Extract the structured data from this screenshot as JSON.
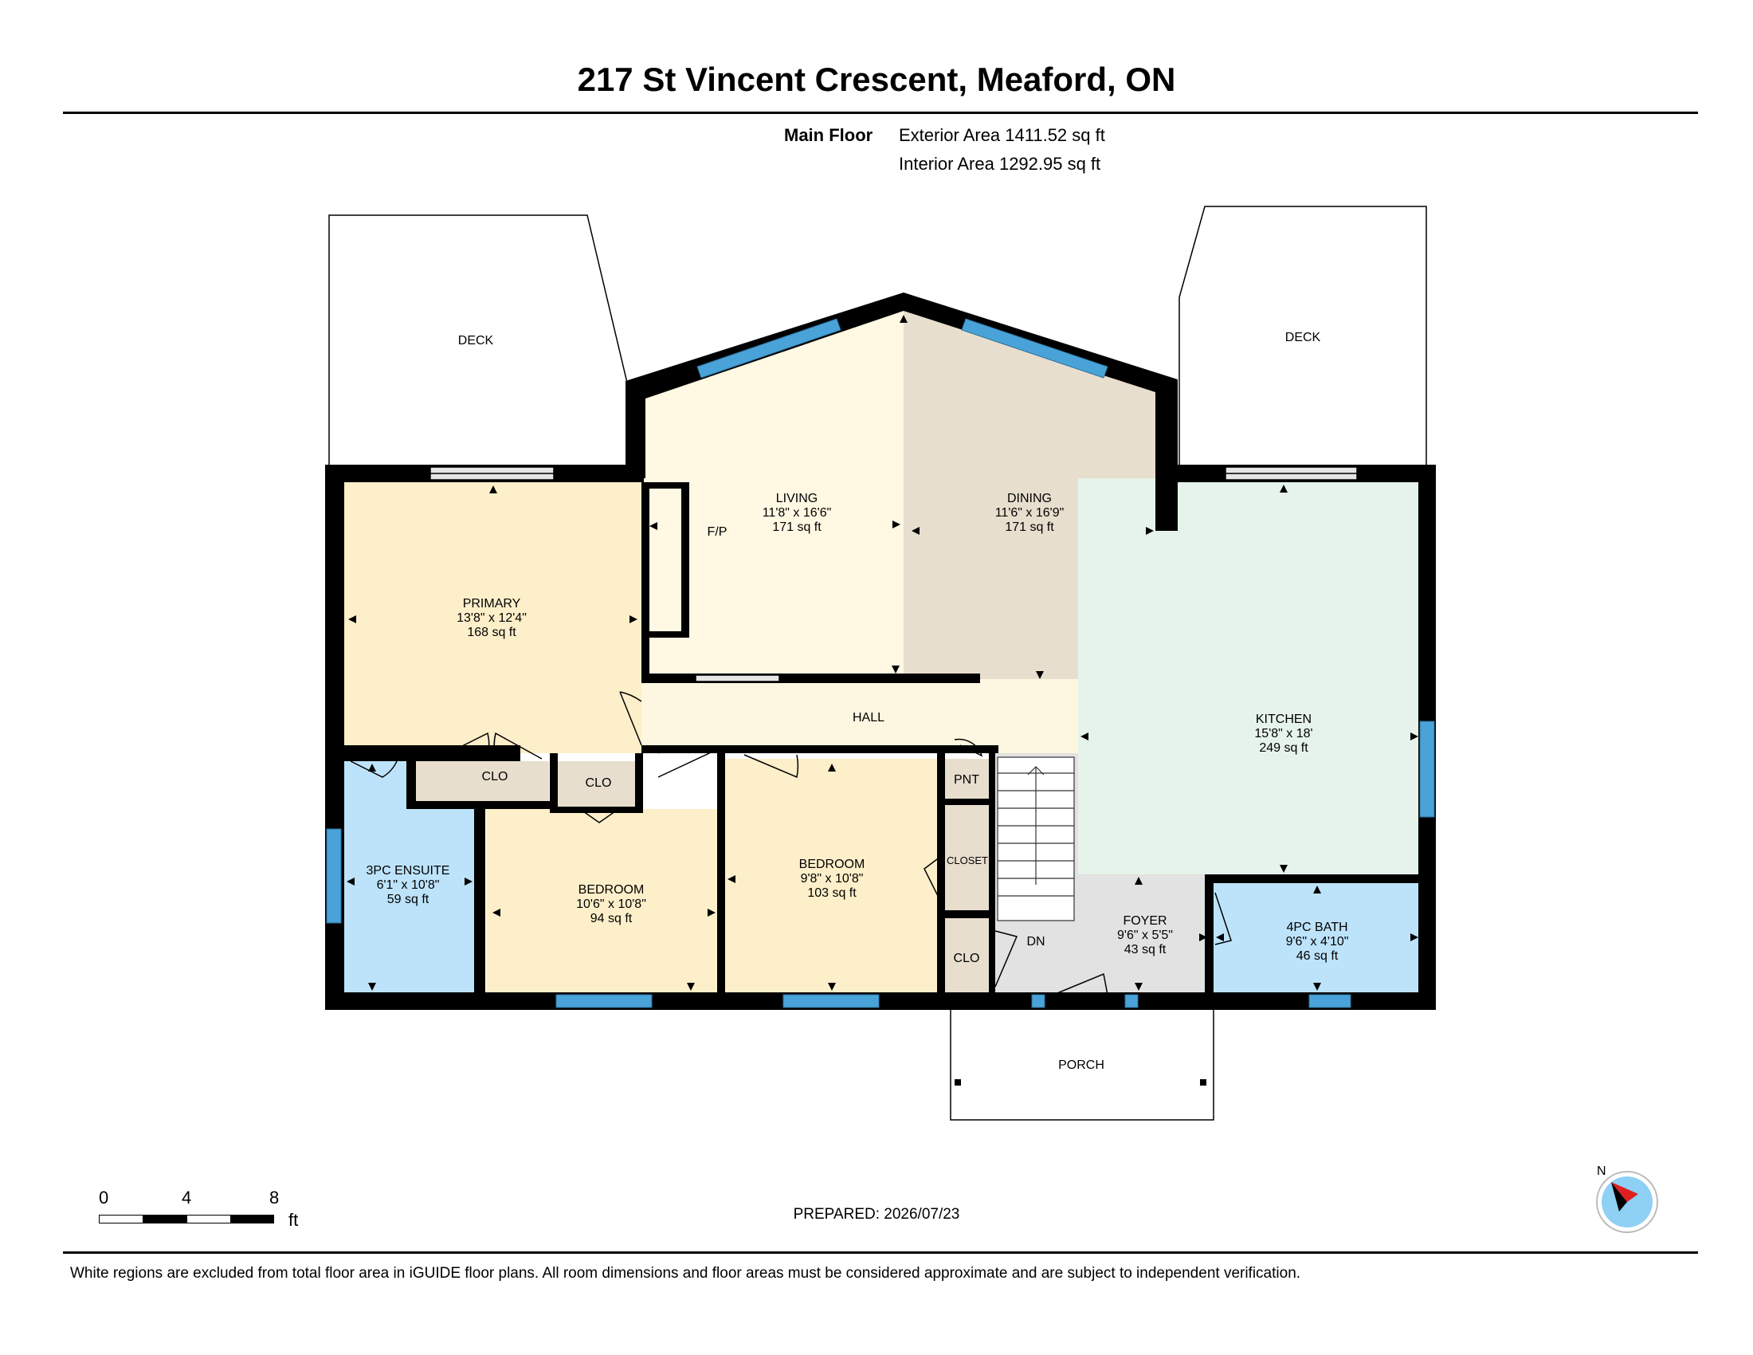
{
  "title": "217 St Vincent Crescent, Meaford, ON",
  "floor": {
    "name": "Main Floor",
    "exterior_area": "Exterior Area 1411.52 sq ft",
    "interior_area": "Interior Area 1292.95 sq ft"
  },
  "rooms": {
    "living": {
      "name": "LIVING",
      "dims": "11'8\" x 16'6\"",
      "area": "171 sq ft"
    },
    "dining": {
      "name": "DINING",
      "dims": "11'6\" x 16'9\"",
      "area": "171 sq ft"
    },
    "primary": {
      "name": "PRIMARY",
      "dims": "13'8\" x 12'4\"",
      "area": "168 sq ft"
    },
    "kitchen": {
      "name": "KITCHEN",
      "dims": "15'8\" x 18'",
      "area": "249 sq ft"
    },
    "ensuite": {
      "name": "3PC ENSUITE",
      "dims": "6'1\" x 10'8\"",
      "area": "59 sq ft"
    },
    "bedroom1": {
      "name": "BEDROOM",
      "dims": "10'6\" x 10'8\"",
      "area": "94 sq ft"
    },
    "bedroom2": {
      "name": "BEDROOM",
      "dims": "9'8\" x 10'8\"",
      "area": "103 sq ft"
    },
    "foyer": {
      "name": "FOYER",
      "dims": "9'6\" x 5'5\"",
      "area": "43 sq ft"
    },
    "bath": {
      "name": "4PC BATH",
      "dims": "9'6\" x 4'10\"",
      "area": "46 sq ft"
    }
  },
  "labels": {
    "deck_left": "DECK",
    "deck_right": "DECK",
    "fireplace": "F/P",
    "hall": "HALL",
    "clo1": "CLO",
    "clo2": "CLO",
    "clo3": "CLO",
    "pantry": "PNT",
    "closet": "CLOSET",
    "stairs_down": "DN",
    "porch": "PORCH"
  },
  "scale": {
    "ticks": [
      "0",
      "4",
      "8"
    ],
    "unit": "ft"
  },
  "compass_label": "N",
  "prepared": "PREPARED: 2026/07/23",
  "disclaimer": "White regions are excluded from total floor area in iGUIDE floor plans. All room dimensions and floor areas must be considered approximate and are subject to independent verification.",
  "colors": {
    "wall": "#000000",
    "window": "#4aa3d8",
    "living": "#fff8e3",
    "dining": "#e8dece",
    "primary": "#fdefc9",
    "bedroom": "#fdefc9",
    "kitchen": "#e6f3ea",
    "ensuite": "#bde3fa",
    "bath": "#bde3fa",
    "closet": "#e8dece",
    "hall": "#fdf6e0",
    "foyer": "#e2e2e2"
  }
}
